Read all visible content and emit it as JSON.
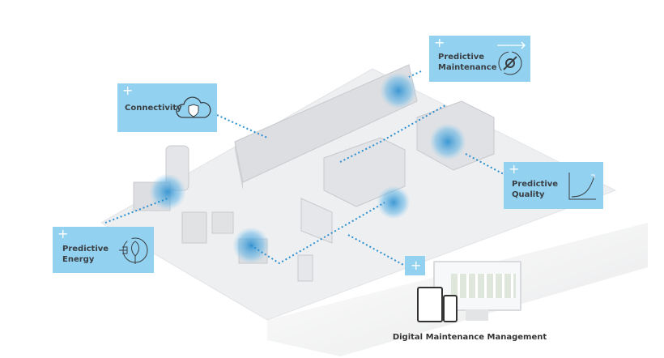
{
  "colors": {
    "card": "#92d2f0",
    "accent": "#2a8fd0",
    "floor": "#eeeff1"
  },
  "cards": [
    {
      "label": "Connectivity",
      "icon": "cloud-shield-icon"
    },
    {
      "label": "Predictive Maintenance",
      "line1": "Predictive",
      "line2": "Maintenance",
      "icon": "gear-wrench-icon"
    },
    {
      "label": "Predictive Quality",
      "line1": "Predictive",
      "line2": "Quality",
      "icon": "curve-chart-icon"
    },
    {
      "label": "Predictive Energy",
      "line1": "Predictive",
      "line2": "Energy",
      "icon": "plug-leaf-icon"
    }
  ],
  "plus_symbol": "+",
  "caption": "Digital Maintenance Management"
}
